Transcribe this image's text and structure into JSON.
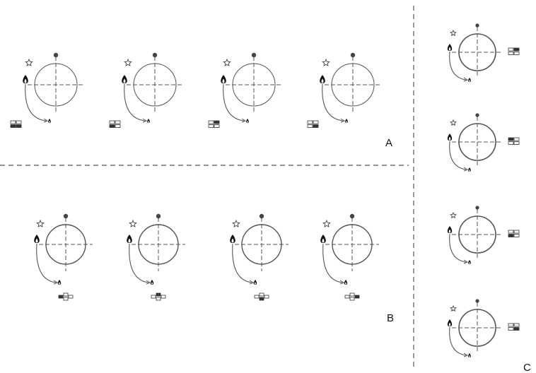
{
  "sections": [
    {
      "label": "A",
      "style": "thin",
      "knobs": [
        {
          "icon": "dual-zone-grid-icon",
          "active_cells": [
            2,
            3
          ]
        },
        {
          "icon": "dual-zone-grid-icon",
          "active_cells": [
            2
          ]
        },
        {
          "icon": "dual-zone-grid-icon",
          "active_cells": [
            1
          ]
        },
        {
          "icon": "dual-zone-grid-icon",
          "active_cells": [
            3
          ]
        }
      ]
    },
    {
      "label": "B",
      "style": "medium",
      "knobs": [
        {
          "icon": "cross-zone-icon",
          "active_cell": "left"
        },
        {
          "icon": "cross-zone-icon",
          "active_cell": "top"
        },
        {
          "icon": "cross-zone-icon",
          "active_cell": "bottom"
        },
        {
          "icon": "cross-zone-icon",
          "active_cell": "right"
        }
      ]
    },
    {
      "label": "C",
      "style": "bold",
      "knobs": [
        {
          "icon": "dual-zone-grid-icon",
          "active_cells": [
            1
          ]
        },
        {
          "icon": "dual-zone-grid-icon",
          "active_cells": [
            0
          ]
        },
        {
          "icon": "dual-zone-grid-icon",
          "active_cells": [
            2
          ]
        },
        {
          "icon": "dual-zone-grid-icon",
          "active_cells": [
            3
          ]
        }
      ]
    }
  ],
  "colors": {
    "line": "#555555",
    "dash": "#555555",
    "dot": "#444444",
    "star": "#444444",
    "icon_fill": "#333333",
    "flame": "#111111"
  }
}
